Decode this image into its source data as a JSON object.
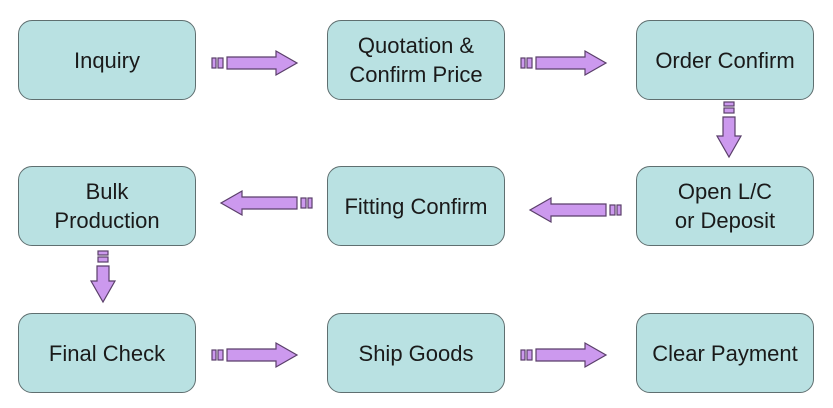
{
  "diagram": {
    "type": "process-flow",
    "colors": {
      "box_fill": "#b9e1e2",
      "box_border": "#5f6f70",
      "arrow_fill": "#cc99ee",
      "arrow_stroke": "#5a3f6a",
      "text": "#1a1a1a"
    },
    "steps": [
      {
        "id": 1,
        "label": "Inquiry"
      },
      {
        "id": 2,
        "label": "Quotation &\nConfirm Price"
      },
      {
        "id": 3,
        "label": "Order Confirm"
      },
      {
        "id": 4,
        "label": "Open L/C\nor Deposit"
      },
      {
        "id": 5,
        "label": "Fitting Confirm"
      },
      {
        "id": 6,
        "label": "Bulk\nProduction"
      },
      {
        "id": 7,
        "label": "Final Check"
      },
      {
        "id": 8,
        "label": "Ship Goods"
      },
      {
        "id": 9,
        "label": "Clear Payment"
      }
    ],
    "connections": [
      {
        "from": 1,
        "to": 2,
        "direction": "right"
      },
      {
        "from": 2,
        "to": 3,
        "direction": "right"
      },
      {
        "from": 3,
        "to": 4,
        "direction": "down"
      },
      {
        "from": 4,
        "to": 5,
        "direction": "left"
      },
      {
        "from": 5,
        "to": 6,
        "direction": "left"
      },
      {
        "from": 6,
        "to": 7,
        "direction": "down"
      },
      {
        "from": 7,
        "to": 8,
        "direction": "right"
      },
      {
        "from": 8,
        "to": 9,
        "direction": "right"
      }
    ]
  }
}
